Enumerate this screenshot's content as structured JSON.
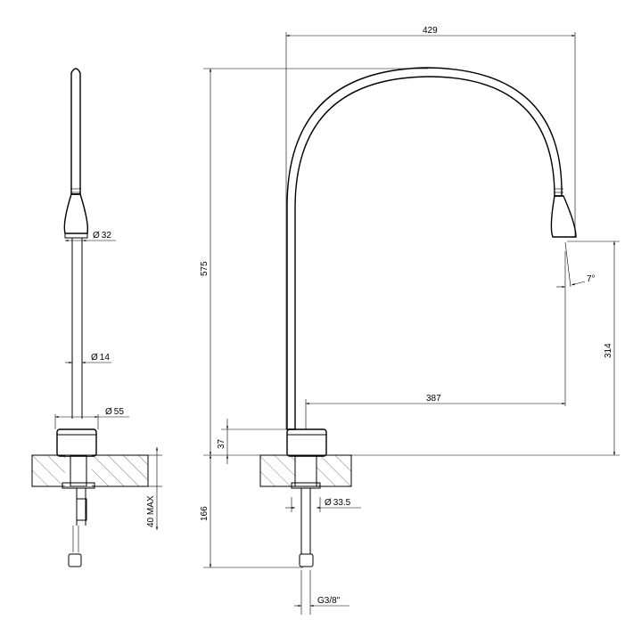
{
  "dimensions": {
    "width_total": "429",
    "height_total": "575",
    "spout_reach": "387",
    "spout_height": "314",
    "angle": "7°",
    "base_height": "37",
    "below_deck": "166",
    "connection": "G3/8\"",
    "shank_diameter": "33.5",
    "handle_diameter": "32",
    "body_diameter": "14",
    "base_diameter": "55",
    "deck_thickness": "40 MAX",
    "diameter_symbol": "Ø"
  }
}
